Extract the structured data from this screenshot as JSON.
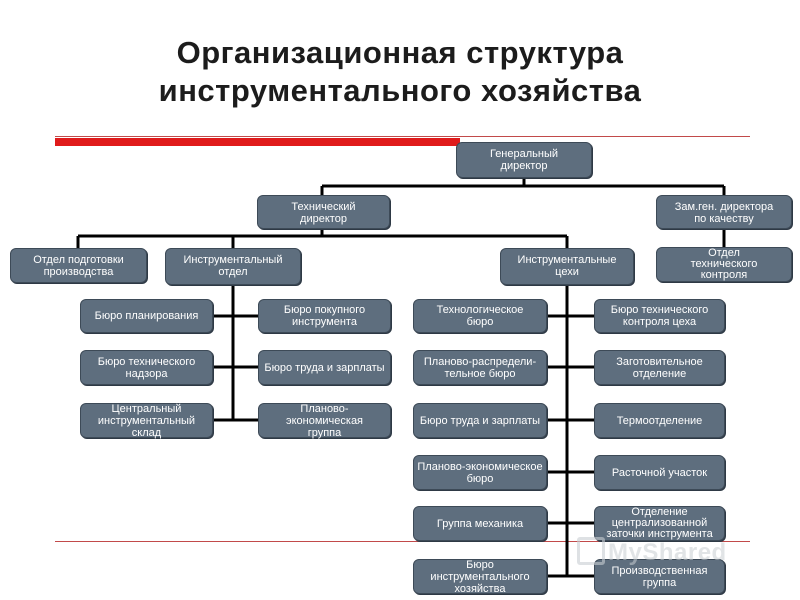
{
  "title": {
    "line1": "Организационная структура",
    "line2": "инструментального хозяйства"
  },
  "nodes": {
    "general_director": "Генеральный\nдиректор",
    "technical_director": "Технический\nдиректор",
    "deputy_quality": "Зам.ген. директора\nпо качеству",
    "production_prep": "Отдел подготовки\nпроизводства",
    "tool_department": "Инструментальный\nотдел",
    "tool_shops": "Инструментальные\nцехи",
    "tech_control_dept": "Отдел\nтехнического\nконтроля",
    "planning_bureau": "Бюро планирования",
    "purchased_tools_bureau": "Бюро покупного\nинструмента",
    "tech_supervision_bureau": "Бюро технического\nнадзора",
    "labor_wages_bureau_1": "Бюро труда и зарплаты",
    "central_tool_warehouse": "Центральный\nинструментальный склад",
    "planning_economic_group": "Планово-экономическая\nгруппа",
    "technological_bureau": "Технологическое\nбюро",
    "shop_tech_control_bureau": "Бюро технического\nконтроля цеха",
    "planning_distribution_bureau": "Планово-распредели-\nтельное бюро",
    "procurement_section": "Заготовительное\nотделение",
    "labor_wages_bureau_2": "Бюро труда и зарплаты",
    "heat_treatment_section": "Термоотделение",
    "planning_economic_bureau": "Планово-экономическое\nбюро",
    "boring_section": "Расточной участок",
    "mechanic_group": "Группа механика",
    "centralized_sharpening": "Отделение\nцентрализованной\nзаточки инструмента",
    "tool_economy_bureau": "Бюро инструментального\nхозяйства",
    "production_group": "Производственная\nгруппа"
  },
  "watermark": "MyShared",
  "colors": {
    "node_fill": "#5e6e7e",
    "connector": "#000000",
    "accent_red": "#e01b1b"
  }
}
